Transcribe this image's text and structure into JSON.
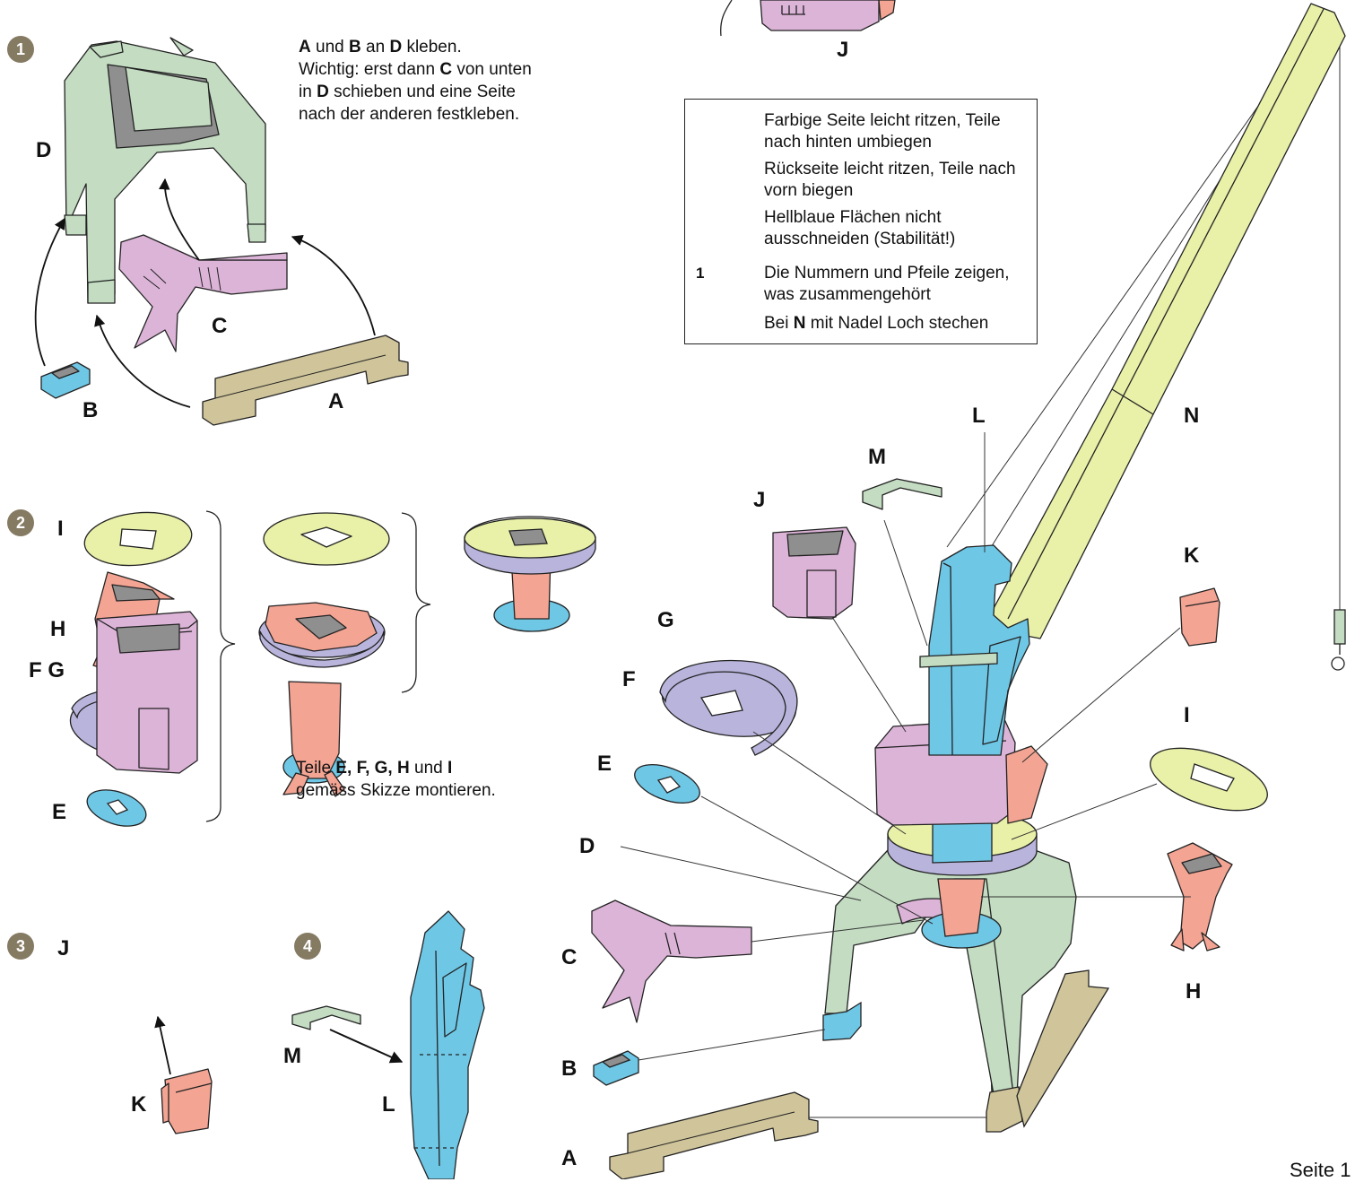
{
  "colors": {
    "green": "#c3dcc2",
    "pink": "#dcb4d8",
    "khaki": "#cfc49a",
    "blue": "#6fc7e6",
    "yellow": "#e9f0a8",
    "salmon": "#f3a493",
    "lavender": "#b8b4dc",
    "gray": "#8f8f8f",
    "lightblue": "#cfe6f2",
    "badge": "#857a62"
  },
  "steps": [
    "1",
    "2",
    "3",
    "4"
  ],
  "step1": {
    "labels": {
      "D": "D",
      "C": "C",
      "B": "B",
      "A": "A"
    },
    "t_A": "A",
    "t_und1": " und ",
    "t_B": "B",
    "t_an": " an ",
    "t_D": "D",
    "t_kleben": " kleben.",
    "t_line2a": "Wichtig: erst dann ",
    "t_C": "C",
    "t_line2b": " von unten",
    "t_line3a": "in ",
    "t_D2": "D",
    "t_line3b": " schieben und eine Seite",
    "t_line4": "nach der anderen festkleben."
  },
  "step2": {
    "labels": {
      "I": "I",
      "H": "H",
      "FG": "F G",
      "E": "E"
    },
    "t_line1a": "Teile ",
    "t_parts": "E, F, G, H",
    "t_und": " und ",
    "t_I": "I",
    "t_line2": "gemäss Skizze montieren."
  },
  "step3": {
    "labels": {
      "J": "J",
      "K": "K"
    }
  },
  "step4": {
    "labels": {
      "M": "M",
      "L": "L"
    }
  },
  "topJ": "J",
  "legend": {
    "row1": "Farbige Seite leicht ritzen, Teile nach hinten umbiegen",
    "row2": "Rückseite leicht ritzen, Teile nach vorn biegen",
    "row3": "Hellblaue Flächen nicht ausschneiden (Stabilität!)",
    "row4_num": "1",
    "row4": "Die Nummern und Pfeile zeigen, was zusammengehört",
    "row5a": "Bei ",
    "row5_N": "N",
    "row5b": " mit Nadel Loch stechen"
  },
  "crane_labels": {
    "L": "L",
    "N": "N",
    "M": "M",
    "J": "J",
    "K": "K",
    "G": "G",
    "F": "F",
    "I": "I",
    "E": "E",
    "D": "D",
    "C": "C",
    "H": "H",
    "B": "B",
    "A": "A"
  },
  "page_label": "Seite 1"
}
